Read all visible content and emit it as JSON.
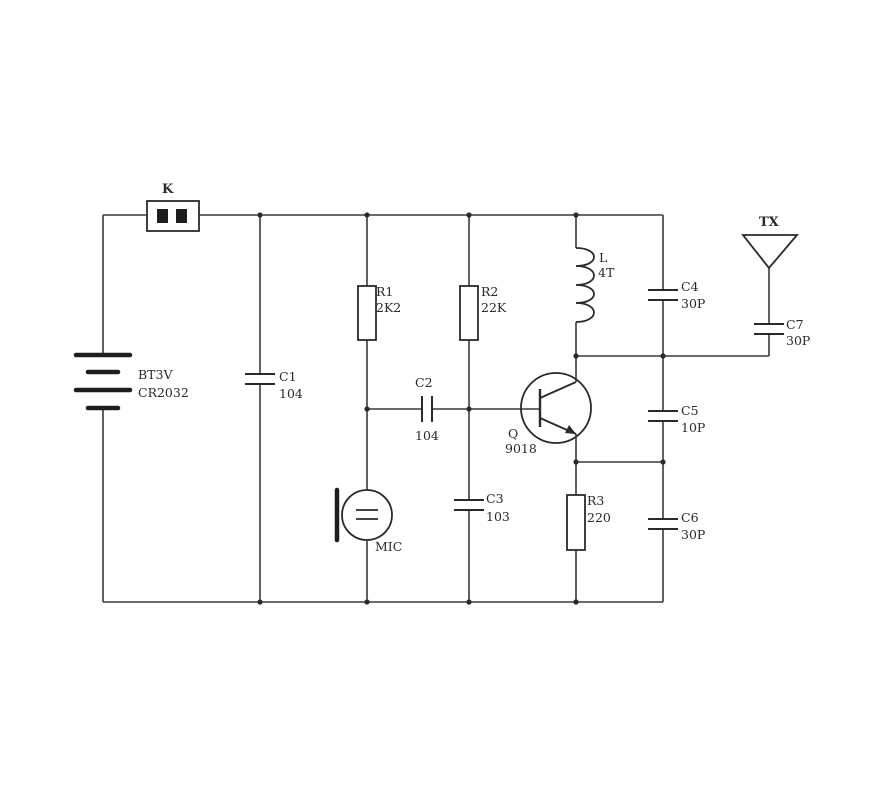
{
  "switch": {
    "name": "K"
  },
  "battery": {
    "name": "BT3V",
    "value": "CR2032"
  },
  "antenna": {
    "name": "TX"
  },
  "microphone": {
    "name": "MIC"
  },
  "transistor": {
    "name": "Q",
    "value": "9018"
  },
  "inductor": {
    "name": "L",
    "value": "4T"
  },
  "resistors": [
    {
      "name": "R1",
      "value": "2K2"
    },
    {
      "name": "R2",
      "value": "22K"
    },
    {
      "name": "R3",
      "value": "220"
    }
  ],
  "capacitors": [
    {
      "name": "C1",
      "value": "104"
    },
    {
      "name": "C2",
      "value": "104"
    },
    {
      "name": "C3",
      "value": "103"
    },
    {
      "name": "C4",
      "value": "30P"
    },
    {
      "name": "C5",
      "value": "10P"
    },
    {
      "name": "C6",
      "value": "30P"
    },
    {
      "name": "C7",
      "value": "30P"
    }
  ]
}
